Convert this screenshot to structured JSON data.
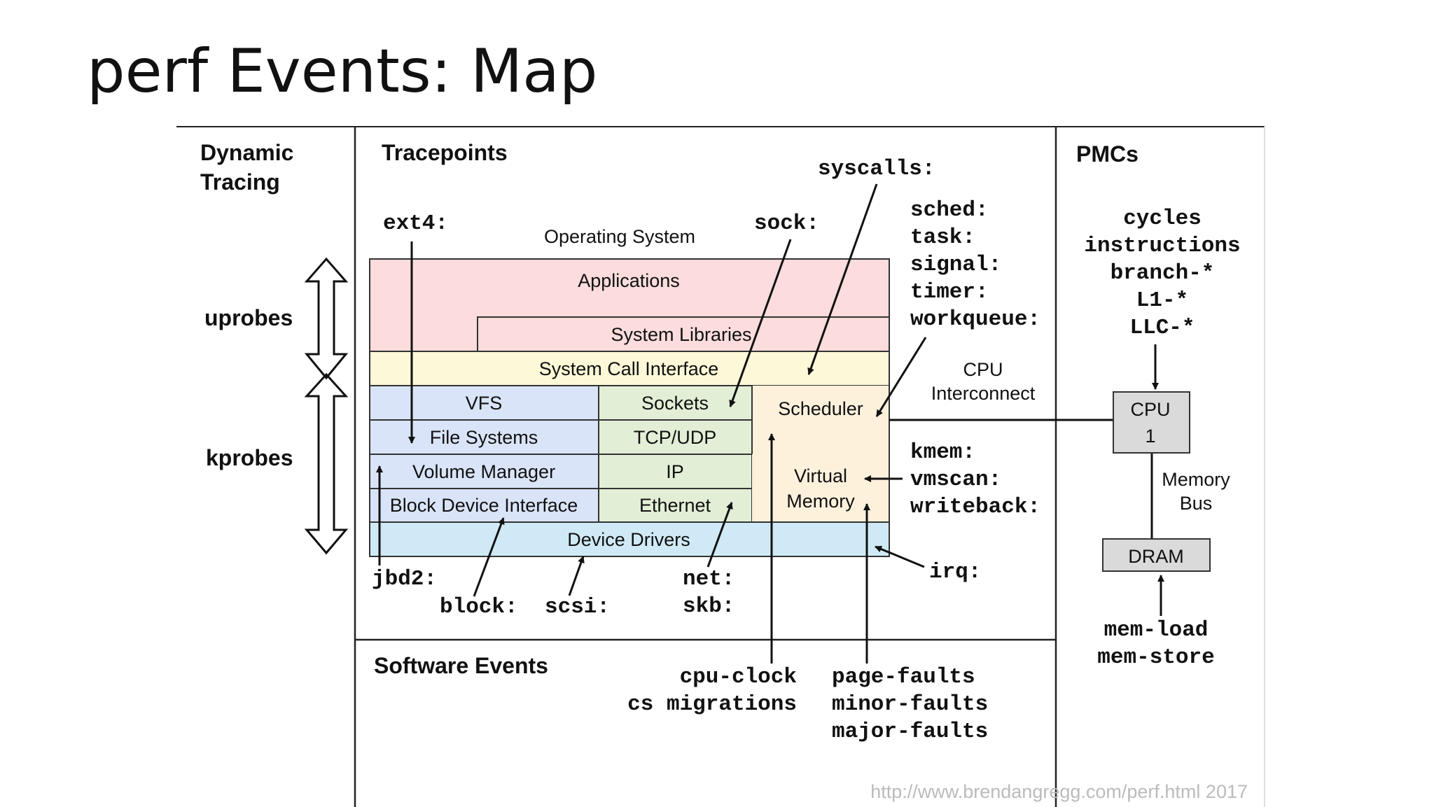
{
  "slide": {
    "title": "perf Events: Map",
    "credit": "http://www.brendangregg.com/perf.html 2017"
  },
  "columns": {
    "dynamic_tracing": [
      "Dynamic",
      "Tracing"
    ],
    "tracepoints": "Tracepoints",
    "pmcs": "PMCs",
    "software_events": "Software Events"
  },
  "probes": {
    "uprobes": "uprobes",
    "kprobes": "kprobes"
  },
  "os": {
    "label": "Operating System",
    "applications": "Applications",
    "system_libraries": "System Libraries",
    "system_call_interface": "System Call Interface",
    "vfs": "VFS",
    "file_systems": "File Systems",
    "volume_manager": "Volume Manager",
    "block_device_interface": "Block Device Interface",
    "sockets": "Sockets",
    "tcp_udp": "TCP/UDP",
    "ip": "IP",
    "ethernet": "Ethernet",
    "scheduler": "Scheduler",
    "virtual_memory": [
      "Virtual",
      "Memory"
    ],
    "device_drivers": "Device Drivers"
  },
  "hardware": {
    "cpu_interconnect": [
      "CPU",
      "Interconnect"
    ],
    "cpu": [
      "CPU",
      "1"
    ],
    "memory_bus": [
      "Memory",
      "Bus"
    ],
    "dram": "DRAM"
  },
  "tracepoint_labels": {
    "ext4": "ext4:",
    "sock": "sock:",
    "syscalls": "syscalls:",
    "sched_group": [
      "sched:",
      "task:",
      "signal:",
      "timer:",
      "workqueue:"
    ],
    "mem_group": [
      "kmem:",
      "vmscan:",
      "writeback:"
    ],
    "irq": "irq:",
    "jbd2": "jbd2:",
    "block": "block:",
    "scsi": "scsi:",
    "net_group": [
      "net:",
      "skb:"
    ]
  },
  "pmc_events": [
    "cycles",
    "instructions",
    "branch-*",
    "L1-*",
    "LLC-*"
  ],
  "mem_events": [
    "mem-load",
    "mem-store"
  ],
  "software_event_labels": {
    "cpu_group": [
      "cpu-clock",
      "cs migrations"
    ],
    "fault_group": [
      "page-faults",
      "minor-faults",
      "major-faults"
    ]
  },
  "colors": {
    "applications": "#fcdcdc",
    "system_call_interface": "#fdf8d8",
    "storage_stack": "#d9e4f8",
    "network_stack": "#e2efd6",
    "scheduler_memory": "#fdf1dc",
    "device_drivers": "#cfeaf6",
    "hardware": "#dadada",
    "credit_text": "#bbbbbb"
  }
}
